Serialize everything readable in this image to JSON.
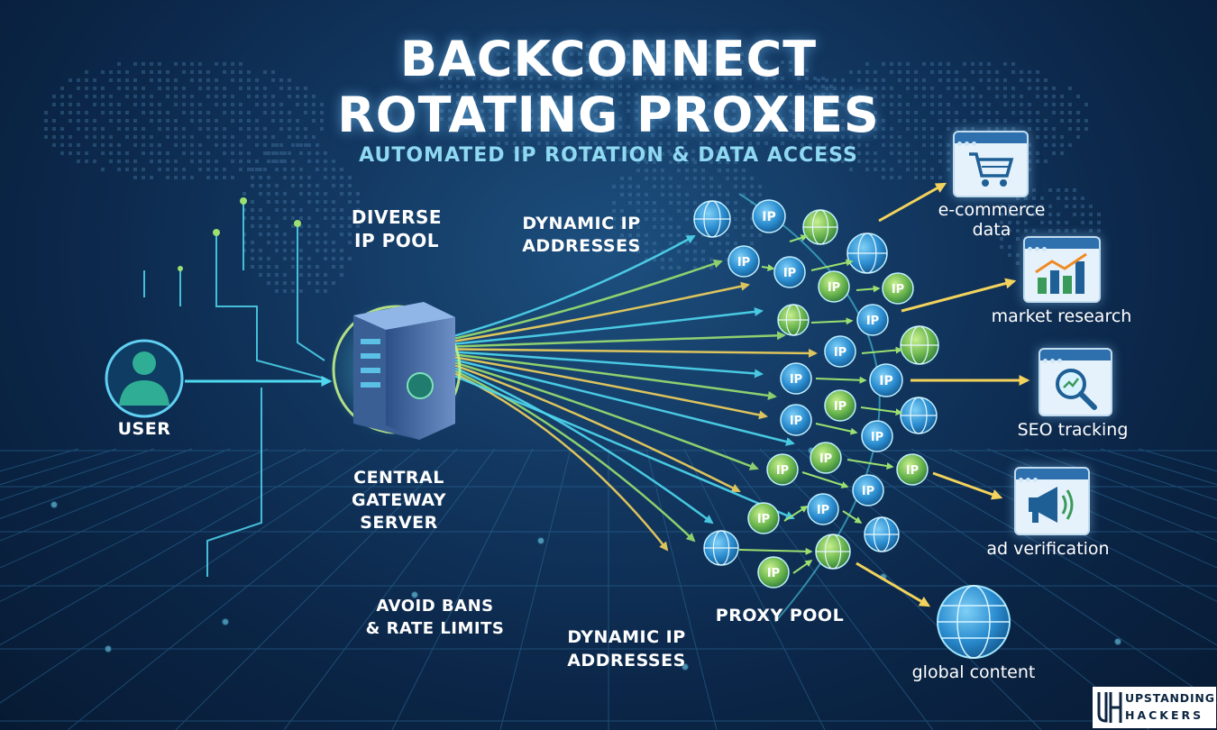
{
  "title": {
    "line1": "BACKCONNECT",
    "line2": "ROTATING PROXIES",
    "subtitle": "AUTOMATED IP ROTATION & DATA ACCESS"
  },
  "labels": {
    "user": "USER",
    "diverse_pool": [
      "DIVERSE",
      "IP POOL"
    ],
    "dynamic_top": [
      "DYNAMIC IP",
      "ADDRESSES"
    ],
    "gateway": [
      "CENTRAL",
      "GATEWAY",
      "SERVER"
    ],
    "avoid_bans": [
      "AVOID BANS",
      "& RATE LIMITS"
    ],
    "dynamic_bottom": [
      "DYNAMIC IP",
      "ADDRESSES"
    ],
    "proxy_pool": "PROXY POOL"
  },
  "ip_node_text": "IP",
  "use_cases": [
    {
      "label": [
        "e-commerce",
        "data"
      ],
      "icon": "shopping-cart-icon"
    },
    {
      "label": [
        "market research"
      ],
      "icon": "bar-chart-icon"
    },
    {
      "label": [
        "SEO tracking"
      ],
      "icon": "magnifier-icon"
    },
    {
      "label": [
        "ad verification"
      ],
      "icon": "megaphone-icon"
    },
    {
      "label": [
        "global content"
      ],
      "icon": "globe-icon"
    }
  ],
  "logo": {
    "line1": "UPSTANDING",
    "line2": "HACKERS",
    "mark": "UH"
  },
  "colors": {
    "background": "#0b2648",
    "accent_cyan": "#4fd8f0",
    "accent_green": "#9be070",
    "accent_yellow": "#f3d35c",
    "node_blue": "#2e8fd0",
    "node_green": "#7cc35a"
  }
}
